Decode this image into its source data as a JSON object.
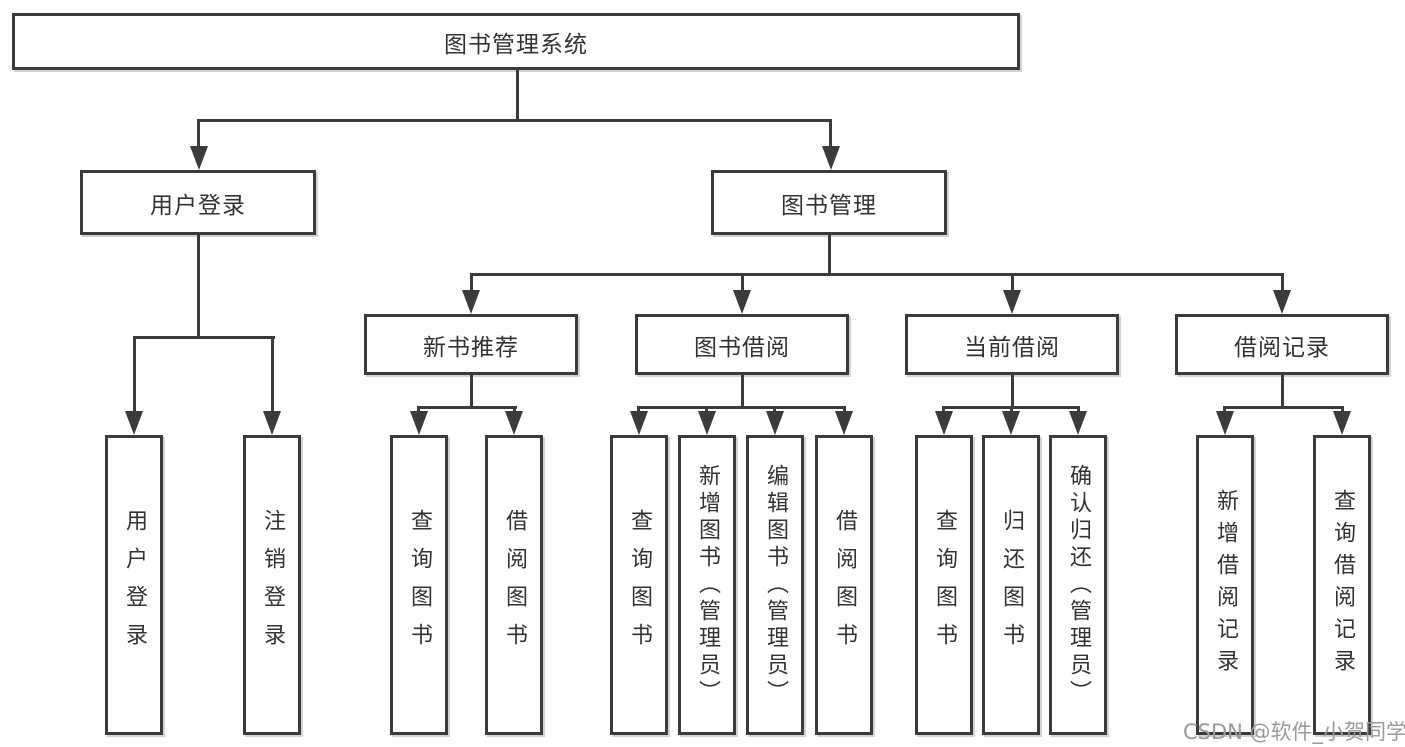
{
  "diagram": {
    "root": {
      "label": "图书管理系统"
    },
    "branches": [
      {
        "label": "用户登录"
      },
      {
        "label": "图书管理"
      }
    ],
    "modules": [
      {
        "label": "新书推荐"
      },
      {
        "label": "图书借阅"
      },
      {
        "label": "当前借阅"
      },
      {
        "label": "借阅记录"
      }
    ],
    "leaves": [
      {
        "label": "用户登录"
      },
      {
        "label": "注销登录"
      },
      {
        "label": "查询图书"
      },
      {
        "label": "借阅图书"
      },
      {
        "label": "查询图书"
      },
      {
        "label": "新增图书（管理员）"
      },
      {
        "label": "编辑图书（管理员）"
      },
      {
        "label": "借阅图书"
      },
      {
        "label": "查询图书"
      },
      {
        "label": "归还图书"
      },
      {
        "label": "确认归还（管理员）"
      },
      {
        "label": "新增借阅记录"
      },
      {
        "label": "查询借阅记录"
      }
    ]
  },
  "watermark": {
    "text": "CSDN @软件_小贺同学"
  },
  "colors": {
    "line": "#3b3b3b",
    "text": "#333333",
    "background": "#ffffff",
    "watermark": "#9b9b9b"
  }
}
